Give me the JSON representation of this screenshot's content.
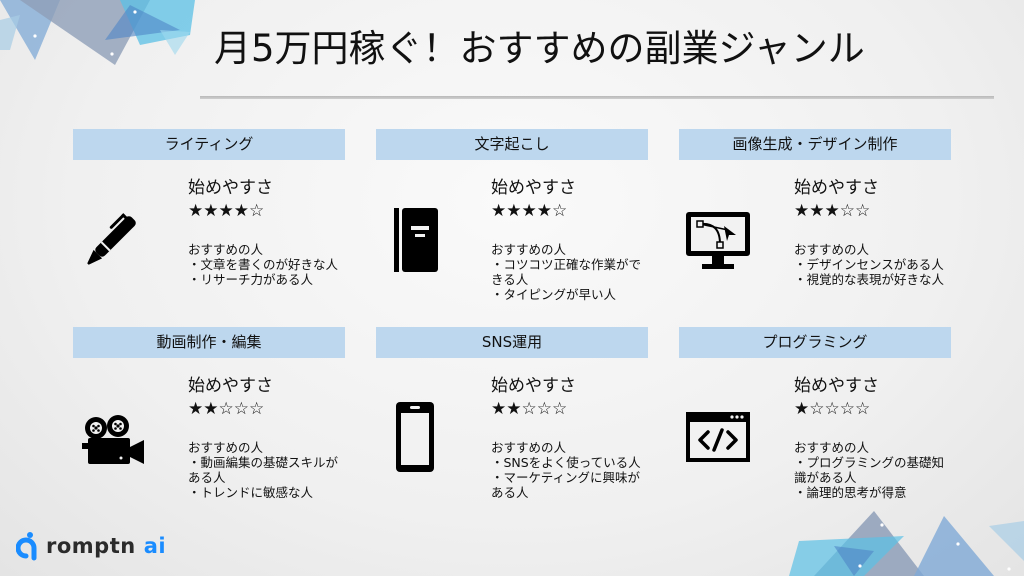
{
  "title": "月5万円稼ぐ！おすすめの副業ジャンル",
  "ease_label": "始めやすさ",
  "recommended_label": "おすすめの人",
  "colors": {
    "header_bg": "#bdd7ee",
    "logo_accent": "#1a8cff",
    "text": "#111111"
  },
  "cards": [
    {
      "title": "ライティング",
      "icon": "pen-icon",
      "rating": 4,
      "stars": "★★★★☆",
      "recommended": [
        "・文章を書くのが好きな人",
        "・リサーチ力がある人"
      ]
    },
    {
      "title": "文字起こし",
      "icon": "notebook-icon",
      "rating": 4,
      "stars": "★★★★☆",
      "recommended": [
        "・コツコツ正確な作業ができる人",
        "・タイピングが早い人"
      ]
    },
    {
      "title": "画像生成・デザイン制作",
      "icon": "monitor-design-icon",
      "rating": 3,
      "stars": "★★★☆☆",
      "recommended": [
        "・デザインセンスがある人",
        "・視覚的な表現が好きな人"
      ]
    },
    {
      "title": "動画制作・編集",
      "icon": "video-camera-icon",
      "rating": 2,
      "stars": "★★☆☆☆",
      "recommended": [
        "・動画編集の基礎スキルがある人",
        "・トレンドに敏感な人"
      ]
    },
    {
      "title": "SNS運用",
      "icon": "smartphone-icon",
      "rating": 2,
      "stars": "★★☆☆☆",
      "recommended": [
        "・SNSをよく使っている人",
        "・マーケティングに興味がある人"
      ]
    },
    {
      "title": "プログラミング",
      "icon": "code-window-icon",
      "rating": 1,
      "stars": "★☆☆☆☆",
      "recommended": [
        "・プログラミングの基礎知識がある人",
        "・論理的思考が得意"
      ]
    }
  ],
  "logo": {
    "text": "romptn",
    "ai": "ai"
  }
}
